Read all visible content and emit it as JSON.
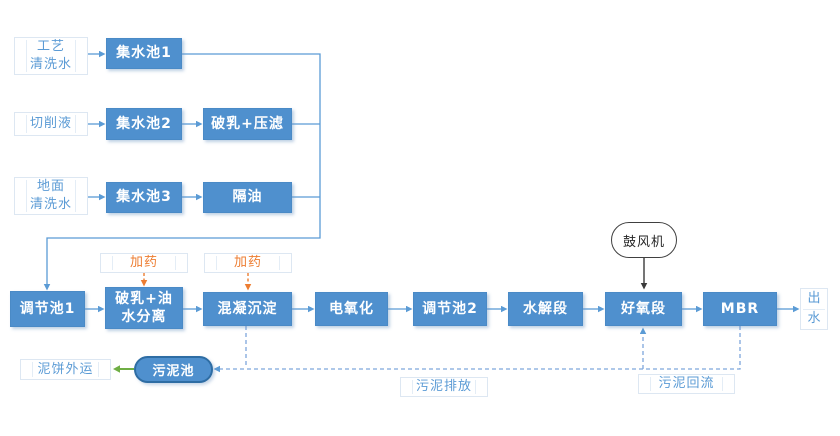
{
  "labels": {
    "input_process_wash": "工艺\n清洗水",
    "input_cutting_fluid": "切削液",
    "input_floor_wash": "地面\n清洗水",
    "pool1": "集水池1",
    "pool2": "集水池2",
    "pool3": "集水池3",
    "demulsify_filter": "破乳+压滤",
    "oil_separation": "隔油",
    "regulate1": "调节池1",
    "demulsify_oilwater": "破乳+油\n水分离",
    "coagulation": "混凝沉淀",
    "electro_oxidation": "电氧化",
    "regulate2": "调节池2",
    "hydrolysis": "水解段",
    "aerobic": "好氧段",
    "mbr": "MBR",
    "effluent": "出\n水",
    "dosing1": "加药",
    "dosing2": "加药",
    "blower": "鼓风机",
    "sludge_pool": "污泥池",
    "sludge_cake_out": "泥饼外运",
    "sludge_discharge": "污泥排放",
    "sludge_return": "污泥回流"
  },
  "colors": {
    "box_fill": "#4F90CE",
    "box_text": "#FFFFFF",
    "label_text": "#5B9BD5",
    "connector_blue": "#5B9BD5",
    "dashed_blue": "#7EA6DC",
    "dosing_orange": "#ED7D31",
    "cake_green": "#6FAE44",
    "blower_outline": "#404040",
    "pill_border": "#2E6DA4"
  }
}
